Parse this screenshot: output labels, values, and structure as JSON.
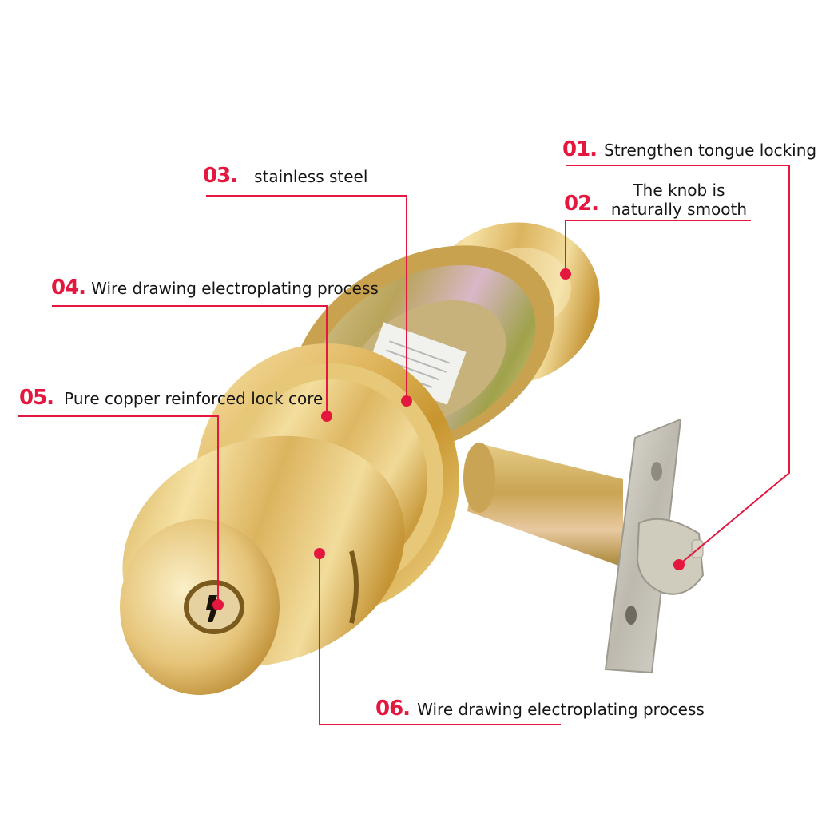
{
  "image": {
    "subject": "Brass cylindrical door knob lock with latch",
    "accent_color": "#e4173e",
    "background": "#ffffff"
  },
  "callouts": [
    {
      "number": "01.",
      "text": "Strengthen tongue locking",
      "target": "latch-bolt"
    },
    {
      "number": "02.",
      "text_line1": "The knob is",
      "text_line2": "naturally smooth",
      "target": "rear-knob"
    },
    {
      "number": "03.",
      "text": "stainless steel",
      "target": "mounting-rose"
    },
    {
      "number": "04.",
      "text": "Wire drawing electroplating process",
      "target": "front-rose"
    },
    {
      "number": "05.",
      "text": "Pure copper reinforced lock core",
      "target": "keyhole-cylinder"
    },
    {
      "number": "06.",
      "text": "Wire drawing electroplating process",
      "target": "front-knob"
    }
  ]
}
